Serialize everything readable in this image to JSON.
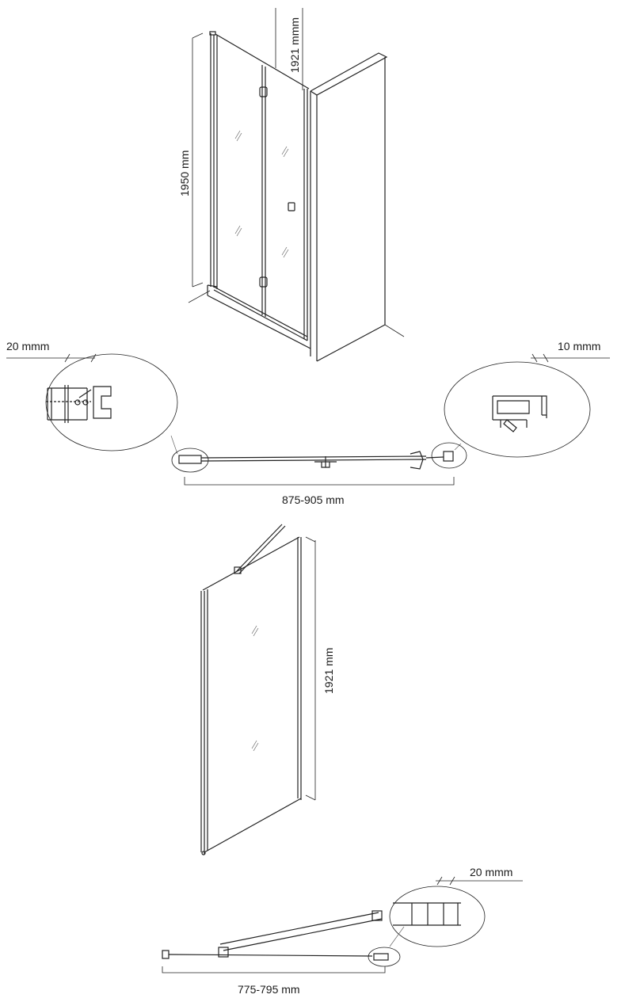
{
  "top_view": {
    "height_label": "1950 mm",
    "glass_height_label": "1921 mmm"
  },
  "plan_top": {
    "left_offset_label": "20 mmm",
    "right_offset_label": "10 mmm",
    "width_label": "875-905 mm"
  },
  "panel_view": {
    "height_label": "1921 mm"
  },
  "plan_bottom": {
    "offset_label": "20 mmm",
    "width_label": "775-795 mm"
  },
  "colors": {
    "line": "#222222",
    "background": "#ffffff"
  }
}
